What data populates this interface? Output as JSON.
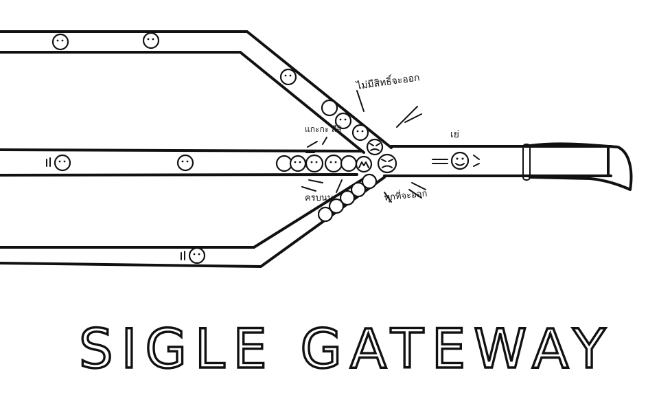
{
  "title": "SIGLE GATEWAY",
  "notes": {
    "top_right": "ไม่มีสิทธิ์จะออก",
    "left_upper": "แกะกะ สี่สิ",
    "left_lower": "ครบนบ",
    "bottom_right": "ทุกที่จะออก",
    "exit_label": "เย่"
  }
}
